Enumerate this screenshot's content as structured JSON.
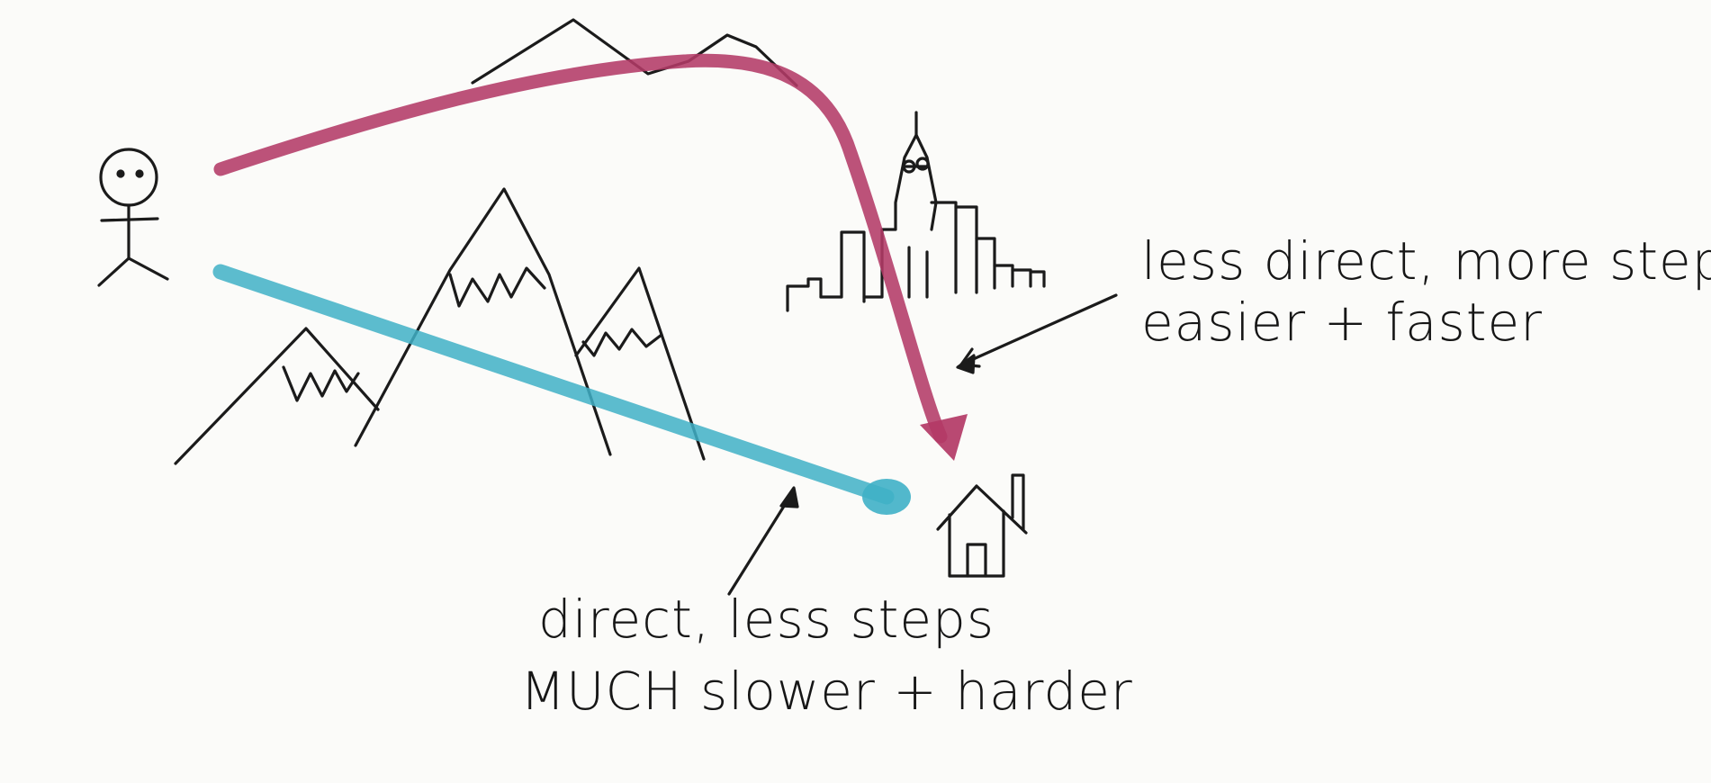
{
  "colors": {
    "paper": "#fbfbf9",
    "ink": "#1b1b1b",
    "scenic_route": "#b33a66",
    "direct_route": "#3fb0c7"
  },
  "annotations": {
    "scenic": {
      "line1": "less direct, more steps",
      "line2": "easier + faster"
    },
    "direct": {
      "line1": "direct, less steps",
      "line2": "MUCH slower + harder"
    }
  },
  "icons": [
    "stick-figure-icon",
    "mountain-icon",
    "city-skyline-icon",
    "house-icon"
  ]
}
